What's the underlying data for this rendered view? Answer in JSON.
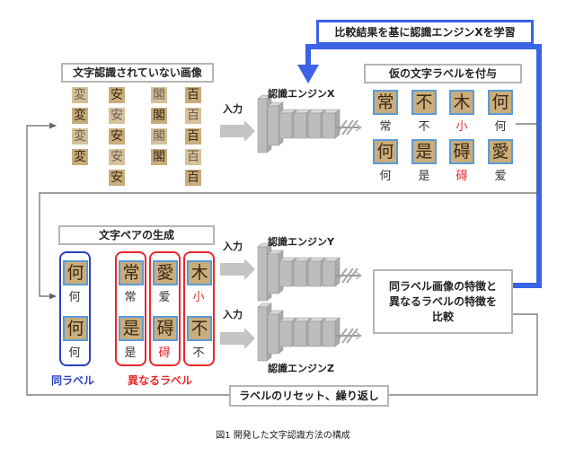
{
  "banner": "比較結果を基に認識エンジンXを学習",
  "unrecognized": {
    "title": "文字認識されていない画像",
    "columns": [
      [
        "変",
        "変",
        "変",
        "変"
      ],
      [
        "安",
        "安",
        "安",
        "安",
        "安"
      ],
      [
        "閣",
        "閣",
        "閣",
        "閣"
      ],
      [
        "百",
        "百",
        "百",
        "百",
        "百"
      ]
    ]
  },
  "input_label": "入力",
  "engines": [
    "認識エンジンX",
    "認識エンジンY",
    "認識エンジンZ"
  ],
  "provisional": {
    "title": "仮の文字ラベルを付与",
    "items": [
      {
        "glyph": "常",
        "label": "常",
        "mismatch": false
      },
      {
        "glyph": "不",
        "label": "不",
        "mismatch": false
      },
      {
        "glyph": "木",
        "label": "小",
        "mismatch": true
      },
      {
        "glyph": "何",
        "label": "何",
        "mismatch": false
      },
      {
        "glyph": "何",
        "label": "何",
        "mismatch": false
      },
      {
        "glyph": "是",
        "label": "是",
        "mismatch": false
      },
      {
        "glyph": "碍",
        "label": "碍",
        "mismatch": true
      },
      {
        "glyph": "愛",
        "label": "爱",
        "mismatch": false
      }
    ]
  },
  "pairs": {
    "title": "文字ペアの生成",
    "same_label": "同ラベル",
    "different_label": "異なるラベル",
    "groups": [
      {
        "kind": "same",
        "items": [
          {
            "glyph": "何",
            "label": "何",
            "mismatch": false
          },
          {
            "glyph": "何",
            "label": "何",
            "mismatch": false
          }
        ]
      },
      {
        "kind": "diff",
        "items": [
          {
            "glyph": "常",
            "label": "常",
            "mismatch": false
          },
          {
            "glyph": "是",
            "label": "是",
            "mismatch": false
          }
        ]
      },
      {
        "kind": "diff",
        "items": [
          {
            "glyph": "愛",
            "label": "爱",
            "mismatch": false
          },
          {
            "glyph": "碍",
            "label": "碍",
            "mismatch": true
          }
        ]
      },
      {
        "kind": "diff",
        "items": [
          {
            "glyph": "木",
            "label": "小",
            "mismatch": true
          },
          {
            "glyph": "不",
            "label": "不",
            "mismatch": false
          }
        ]
      }
    ]
  },
  "compare": [
    "同ラベル画像の特徴と",
    "異なるラベルの特徴を",
    "比較"
  ],
  "reset": "ラベルのリセット、繰り返し",
  "caption": "図1 開発した文字認識方法の構成",
  "colors": {
    "blue": "#3a63e8",
    "red": "#e8282c",
    "tile": "#c9ad7c"
  }
}
